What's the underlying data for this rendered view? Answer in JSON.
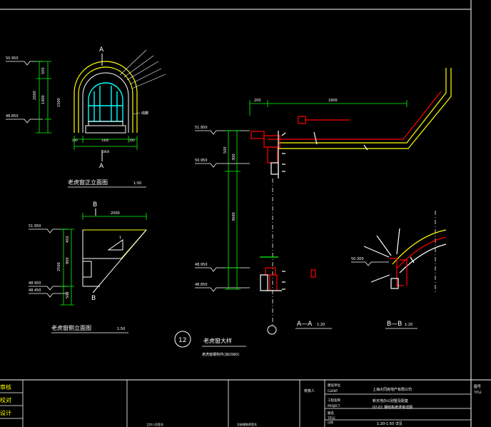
{
  "drawing": {
    "front_view": {
      "section_marker": "A",
      "levels": [
        "50.950",
        "48.850"
      ],
      "dims_vertical": [
        "500",
        "2000",
        "1400",
        "1500"
      ],
      "dims_horizontal": [
        "200",
        "1400",
        "200"
      ],
      "dim_bottom": "1800",
      "arc_label": "线脚",
      "title": "老虎窗正立面图",
      "scale": "1:50"
    },
    "side_view": {
      "section_marker": "B",
      "level_top": "51.950",
      "levels_bottom": [
        "48.950",
        "48.450"
      ],
      "dim_top": "2000",
      "dims_vertical": [
        "450",
        "2500",
        "900",
        "500"
      ],
      "title": "老虎窗侧立面图",
      "scale": "1:50"
    },
    "callout": {
      "number": "12",
      "title": "老虎窗大样",
      "note": "老虎窗钢构件(涂GS60)"
    },
    "section_aa": {
      "levels": [
        "51.950",
        "50.950",
        "48.950",
        "48.850"
      ],
      "dims_top": [
        "200",
        "1800"
      ],
      "dims_vertical": [
        "500",
        "300",
        "3600"
      ],
      "title": "A—A",
      "scale": "1:20"
    },
    "section_bb": {
      "level": "50.300",
      "title": "B—B",
      "scale": "1:20"
    },
    "title_block": {
      "left_labels": [
        "审核",
        "校对",
        "设计"
      ],
      "client_label": "建设单位",
      "client_label_en": "CLIENT",
      "client_value": "上海大同房地产有限公司",
      "project_label": "工程名称",
      "project_label_en": "PROJECT",
      "project_value": "新天地办公别墅及配套",
      "drawing_label": "图名",
      "drawing_label_en": "TITLE",
      "drawing_value": "02-01 钢结构老虎窗详图",
      "reviewer_label": "校核人",
      "sheet_label": "图号",
      "sheet_label_en": "TITLE",
      "scale_label": "比例",
      "scale_label_en": "SCALE",
      "scale_value": "1:20-1:50 详见",
      "footer_left": "之作人员签名",
      "footer_mid": "注册建筑师签名"
    }
  }
}
